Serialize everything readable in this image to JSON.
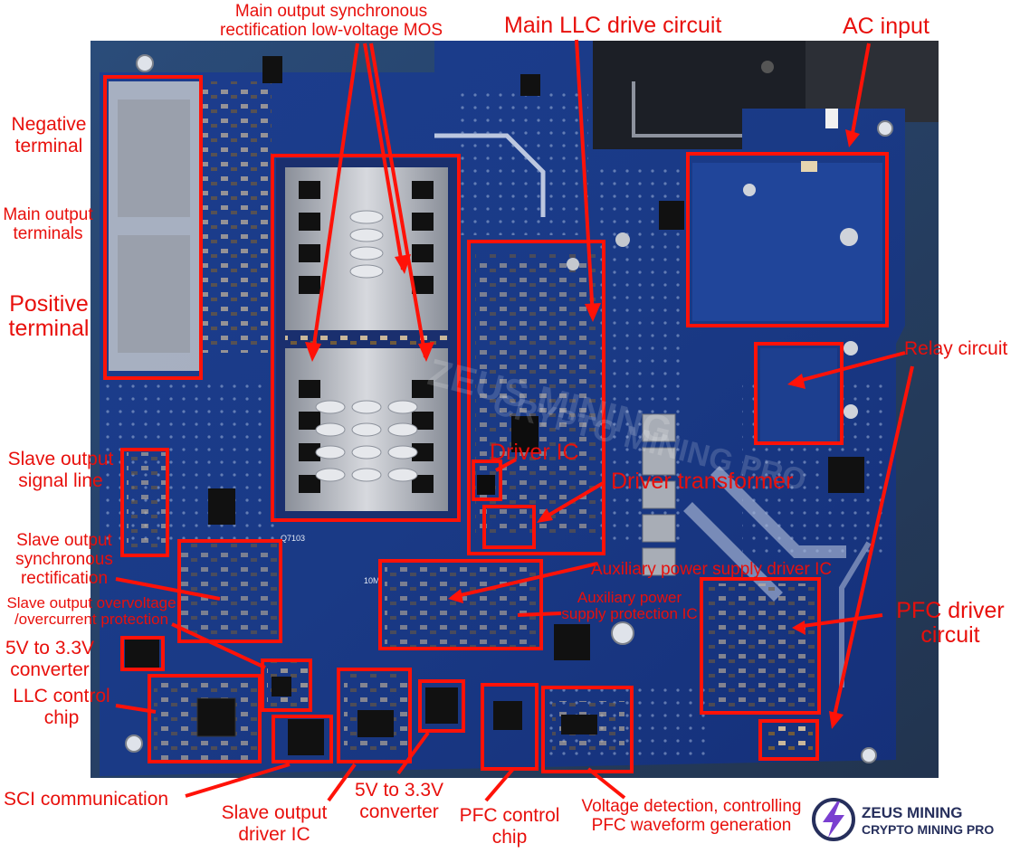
{
  "labels": {
    "main_output_sync": [
      "Main output synchronous",
      "rectification low-voltage MOS"
    ],
    "main_llc": "Main LLC drive circuit",
    "ac_input": "AC input",
    "negative_terminal": [
      "Negative",
      "terminal"
    ],
    "main_output_terminals": [
      "Main output",
      "terminals"
    ],
    "positive_terminal": [
      "Positive",
      "terminal"
    ],
    "relay_circuit": "Relay circuit",
    "slave_signal_line": [
      "Slave output",
      "signal line"
    ],
    "driver_ic": "Driver IC",
    "driver_transformer": "Driver transformer",
    "slave_sync_rect": [
      "Slave output",
      "synchronous",
      "rectification"
    ],
    "aux_driver_ic": "Auxiliary power supply driver IC",
    "slave_ovp": [
      "Slave output overvoltage",
      "/overcurrent protection"
    ],
    "aux_protection_ic": [
      "Auxiliary power",
      "supply protection IC"
    ],
    "pfc_driver": [
      "PFC driver",
      "circuit"
    ],
    "converter_left": [
      "5V to 3.3V",
      "converter"
    ],
    "llc_control_chip": [
      "LLC control",
      "chip"
    ],
    "sci_communication": "SCI communication",
    "slave_driver_ic": [
      "Slave output",
      "driver IC"
    ],
    "converter_bottom": [
      "5V to 3.3V",
      "converter"
    ],
    "pfc_control_chip": [
      "PFC control",
      "chip"
    ],
    "voltage_detection": [
      "Voltage detection, controlling",
      "PFC waveform generation"
    ]
  },
  "logo": {
    "line1": "ZEUS MINING",
    "line2": "CRYPTO MINING PRO",
    "icon": "lightning-bolt-icon"
  },
  "colors": {
    "annotation": "#e8100c",
    "board": "#1d3d8c",
    "logo": "#262f5c"
  }
}
